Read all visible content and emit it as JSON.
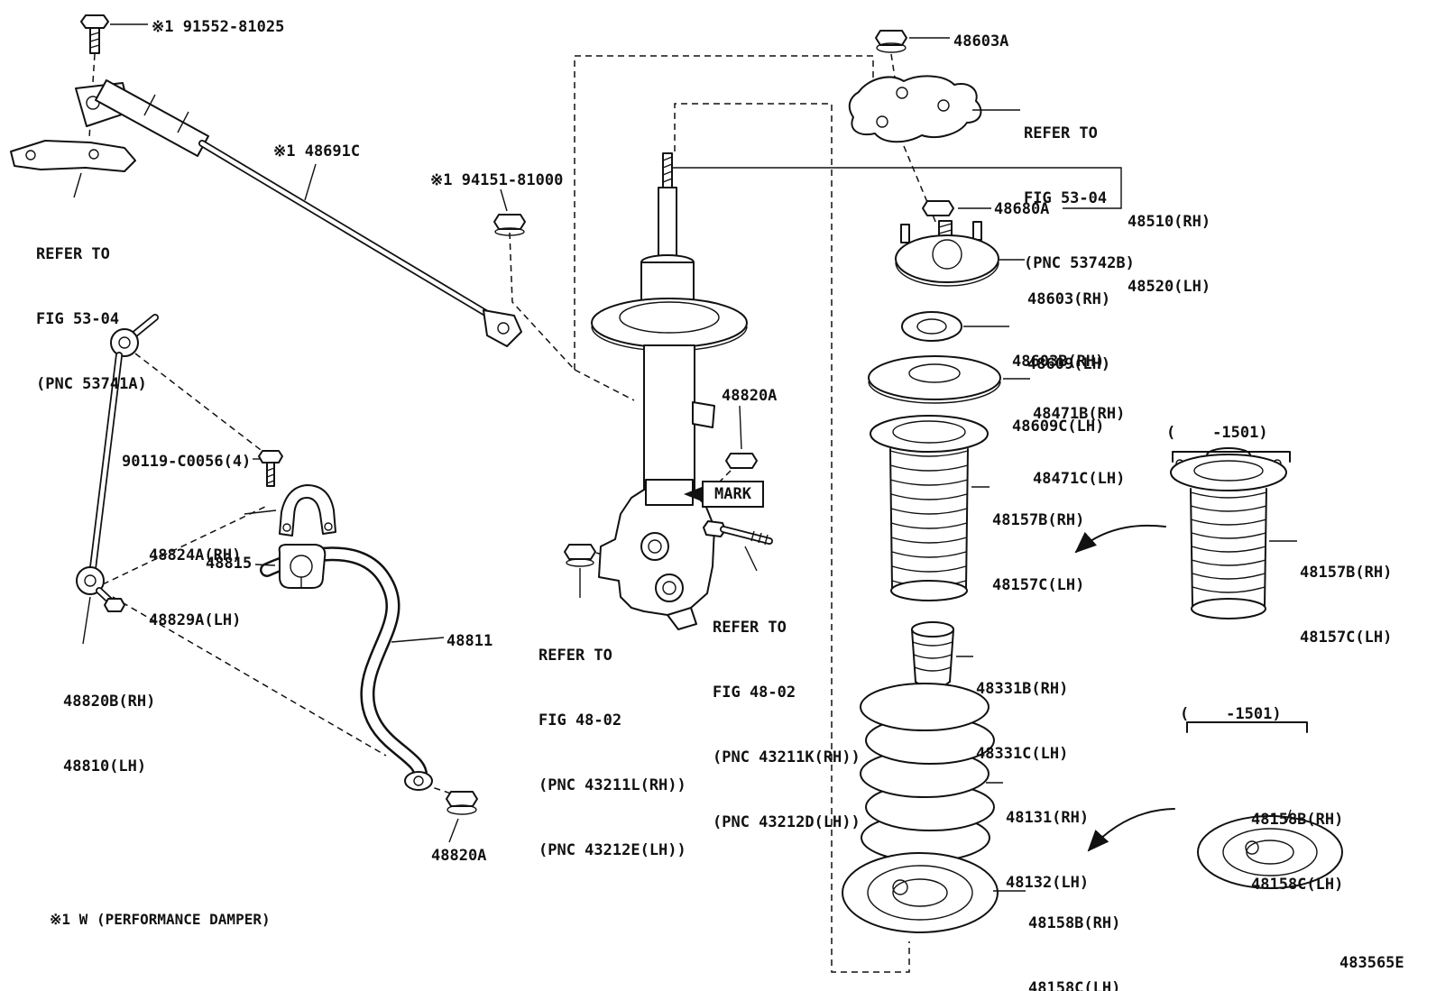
{
  "diagram": {
    "code": "483565E",
    "footnote": "※1 W (PERFORMANCE DAMPER)"
  },
  "labels": {
    "bolt_91552": "※1 91552-81025",
    "damper_48691c": "※1 48691C",
    "nut_94151": "※1 94151-81000",
    "nut_48603a": "48603A",
    "strut_rh": "48510(RH)",
    "strut_lh": "48520(LH)",
    "nut_48680a": "48680A",
    "support_rh": "48603(RH)",
    "support_lh": "48609(LH)",
    "bearing_rh": "48603B(RH)",
    "bearing_lh": "48609C(LH)",
    "seat_rh": "48471B(RH)",
    "seat_lh": "48471C(LH)",
    "boot_rh": "48157B(RH)",
    "boot_lh": "48157C(LH)",
    "bump_rh": "48331B(RH)",
    "bump_lh": "48331C(LH)",
    "spring_rh": "48131(RH)",
    "spring_lh": "48132(LH)",
    "insulator_rh": "48158B(RH)",
    "insulator_lh": "48158C(LH)",
    "nut_48820a": "48820A",
    "mark": "MARK",
    "bolt_90119": "90119-C0056(4)",
    "bracket_rh": "48824A(RH)",
    "bracket_lh": "48829A(LH)",
    "bushing": "48815",
    "stabilizer_bar": "48811",
    "link_rh": "48820B(RH)",
    "link_lh": "48810(LH)",
    "date_range": "(    -1501)"
  },
  "refers": {
    "fig5304_left": [
      "REFER TO",
      "FIG 53-04",
      "(PNC 53741A)"
    ],
    "fig5304_right": [
      "REFER TO",
      "FIG 53-04",
      "(PNC 53742B)"
    ],
    "fig4802_right": [
      "REFER TO",
      "FIG 48-02",
      "(PNC 43211K(RH))",
      "(PNC 43212D(LH))"
    ],
    "fig4802_left": [
      "REFER TO",
      "FIG 48-02",
      "(PNC 43211L(RH))",
      "(PNC 43212E(LH))"
    ]
  }
}
